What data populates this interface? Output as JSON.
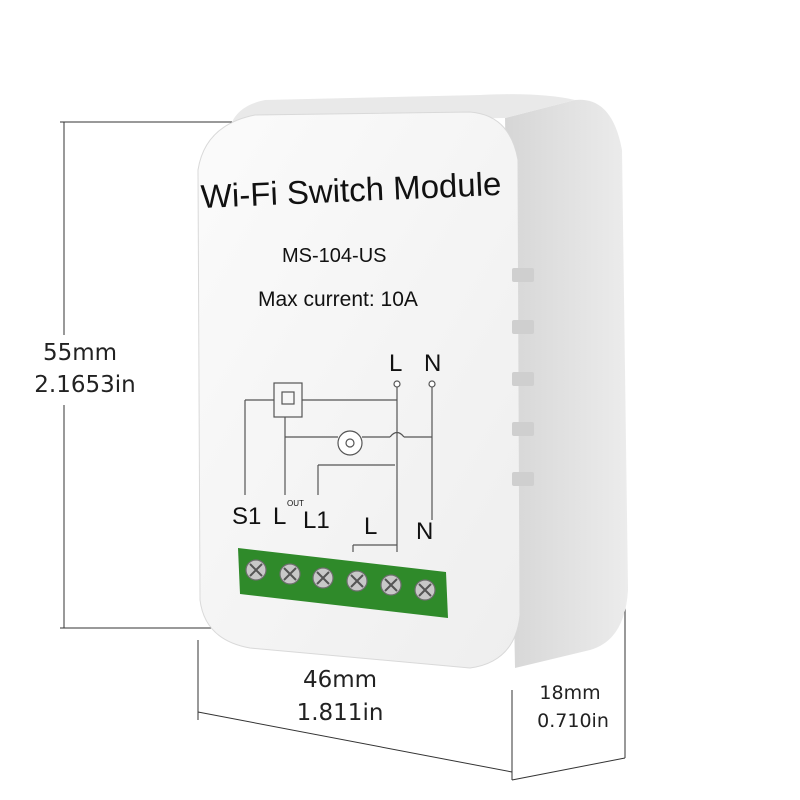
{
  "product": {
    "title": "Wi-Fi Switch Module",
    "model": "MS-104-US",
    "max_current": "Max current: 10A"
  },
  "wiring": {
    "top_terminals": [
      "L",
      "N"
    ],
    "bottom_terminals": [
      "S1",
      "L",
      "OUT",
      "L1",
      "L",
      "N"
    ]
  },
  "dimensions": {
    "height_mm": "55mm",
    "height_in": "2.1653in",
    "width_mm": "46mm",
    "width_in": "1.811in",
    "depth_mm": "18mm",
    "depth_in": "0.710in"
  },
  "colors": {
    "body": "#f4f4f4",
    "side": "#e2e2e2",
    "terminal_green": "#2f8a2a",
    "screw": "#bdbdbd"
  }
}
